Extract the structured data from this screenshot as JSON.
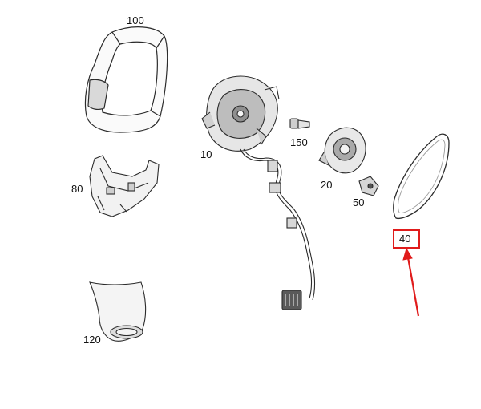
{
  "diagram": {
    "callouts": {
      "c100": "100",
      "c80": "80",
      "c10": "10",
      "c150": "150",
      "c20": "20",
      "c50": "50",
      "c40": "40",
      "c120": "120"
    },
    "colors": {
      "line": "#2b2b2b",
      "shade": "#cfcfcf",
      "highlight_box": "#e01b1b",
      "arrow": "#e01b1b"
    },
    "highlighted_callout": "40"
  }
}
